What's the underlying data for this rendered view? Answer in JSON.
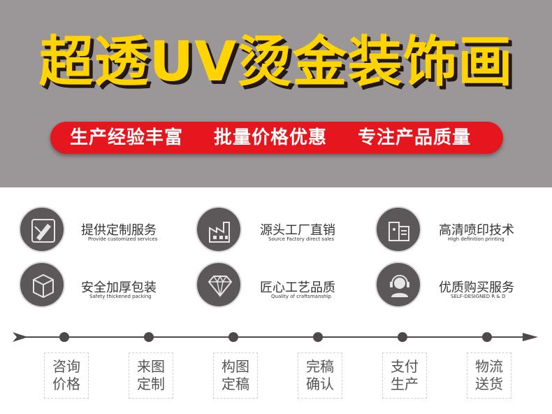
{
  "header": {
    "title": "超透UV烫金装饰画",
    "slogans": [
      "生产经验丰富",
      "批量价格优惠",
      "专注产品质量"
    ]
  },
  "features": [
    {
      "cn": "提供定制服务",
      "en": "Provide customized services",
      "icon": "pencil-ruler-icon"
    },
    {
      "cn": "源头工厂直销",
      "en": "Source Factory direct sales",
      "icon": "factory-icon"
    },
    {
      "cn": "高清喷印技术",
      "en": "High definition printing",
      "icon": "printer-icon"
    },
    {
      "cn": "安全加厚包装",
      "en": "Safety thickened packing",
      "icon": "box-icon"
    },
    {
      "cn": "匠心工艺品质",
      "en": "Quality of craftsmanship",
      "icon": "diamond-icon"
    },
    {
      "cn": "优质购买服务",
      "en": "SELF-DESIGNED R & D",
      "icon": "headset-icon"
    }
  ],
  "steps": [
    {
      "line1": "咨询",
      "line2": "价格"
    },
    {
      "line1": "来图",
      "line2": "定制"
    },
    {
      "line1": "构图",
      "line2": "定稿"
    },
    {
      "line1": "完稿",
      "line2": "确认"
    },
    {
      "line1": "支付",
      "line2": "生产"
    },
    {
      "line1": "物流",
      "line2": "送货"
    }
  ],
  "colors": {
    "header_bg": "#9b9697",
    "title": "#ffd400",
    "banner": "#e5161d",
    "icon_circle": "#5c5758",
    "timeline": "#4d4849"
  }
}
